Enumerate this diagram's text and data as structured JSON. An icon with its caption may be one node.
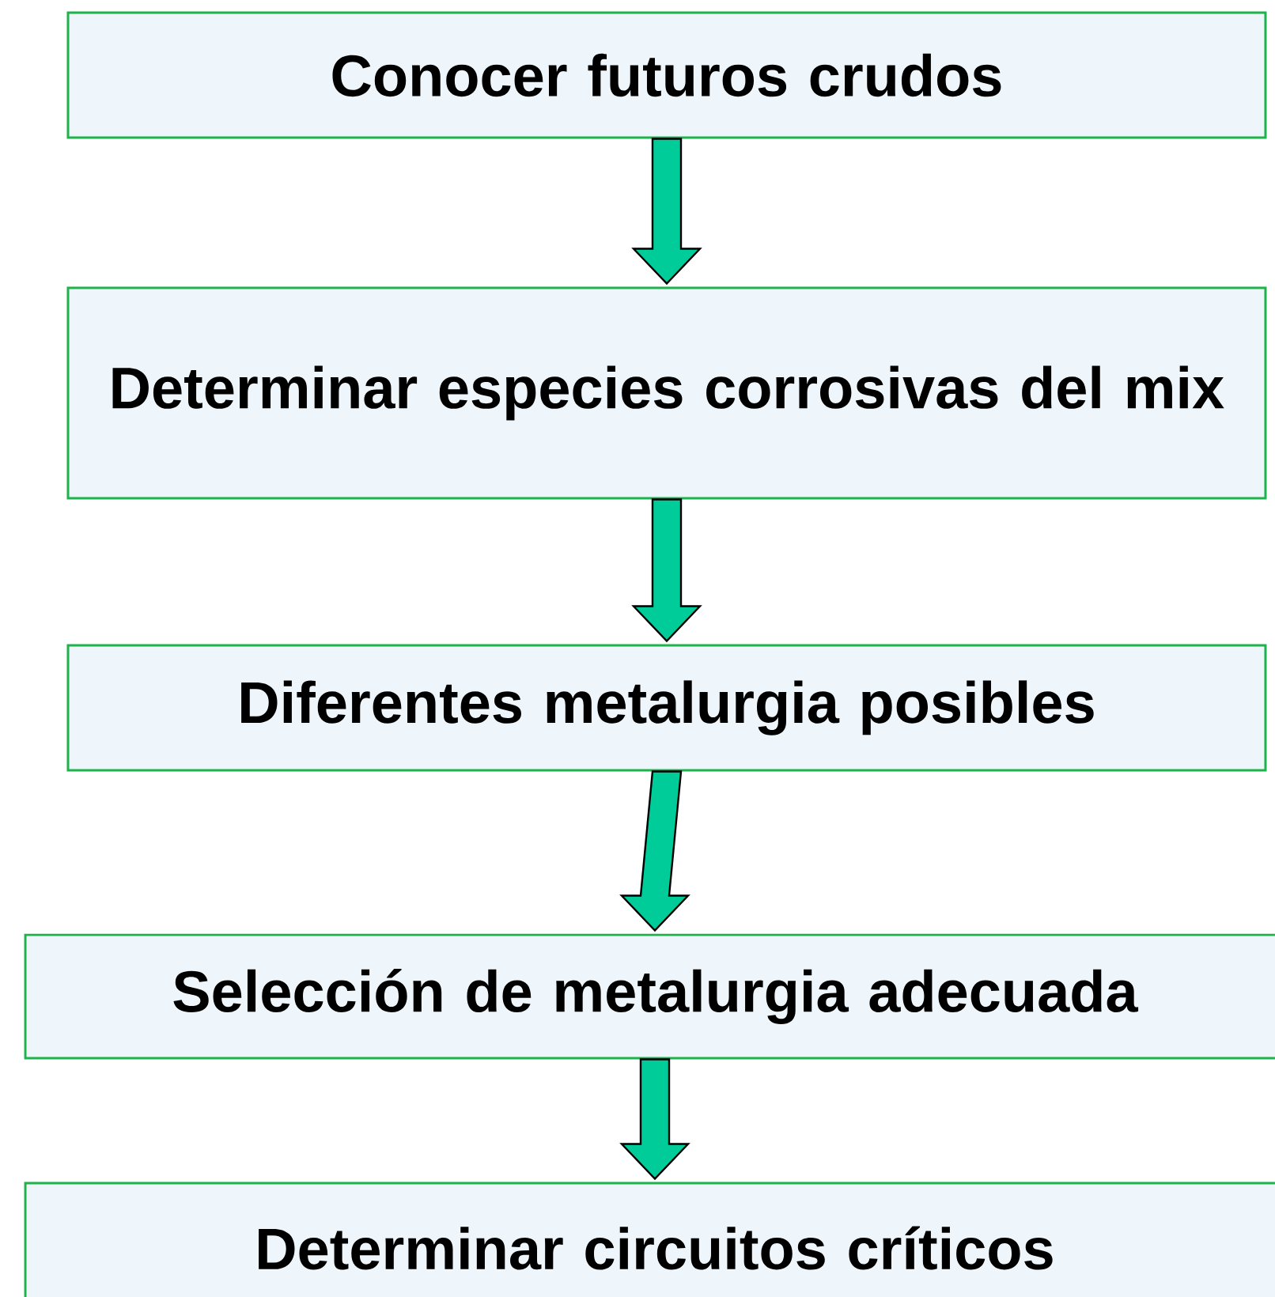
{
  "diagram": {
    "nodes": [
      {
        "text": [
          "Conocer futuros crudos"
        ]
      },
      {
        "text": [
          "Determinar especies corrosivas del mix"
        ]
      },
      {
        "text": [
          "Diferentes metalurgia posibles"
        ]
      },
      {
        "text": [
          "Selección de metalurgia adecuada"
        ]
      },
      {
        "text": [
          "Determinar circuitos críticos"
        ]
      }
    ],
    "edges": [
      {
        "from": 0,
        "to": 1,
        "arrow": "to"
      },
      {
        "from": 1,
        "to": 2,
        "arrow": "to"
      },
      {
        "from": 2,
        "to": 3,
        "arrow": "to"
      },
      {
        "from": 3,
        "to": 4,
        "arrow": "to"
      }
    ]
  }
}
